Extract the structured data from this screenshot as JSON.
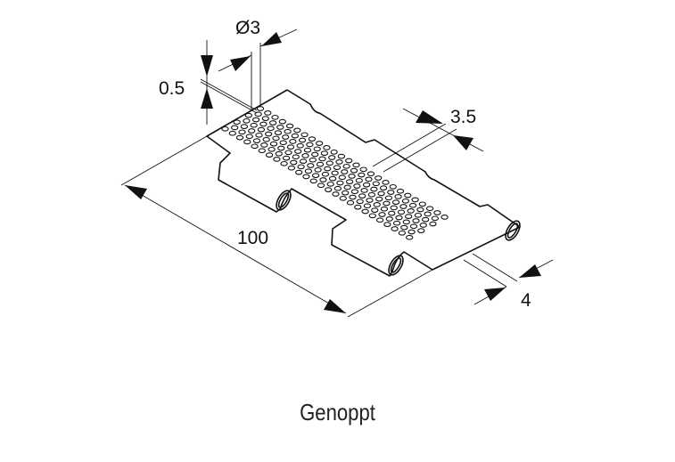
{
  "dimensions": {
    "thickness": "0.5",
    "hole_diameter": "Ø3",
    "hole_pitch": "3.5",
    "length": "100",
    "knuckle": "4"
  },
  "caption": "Genoppt"
}
